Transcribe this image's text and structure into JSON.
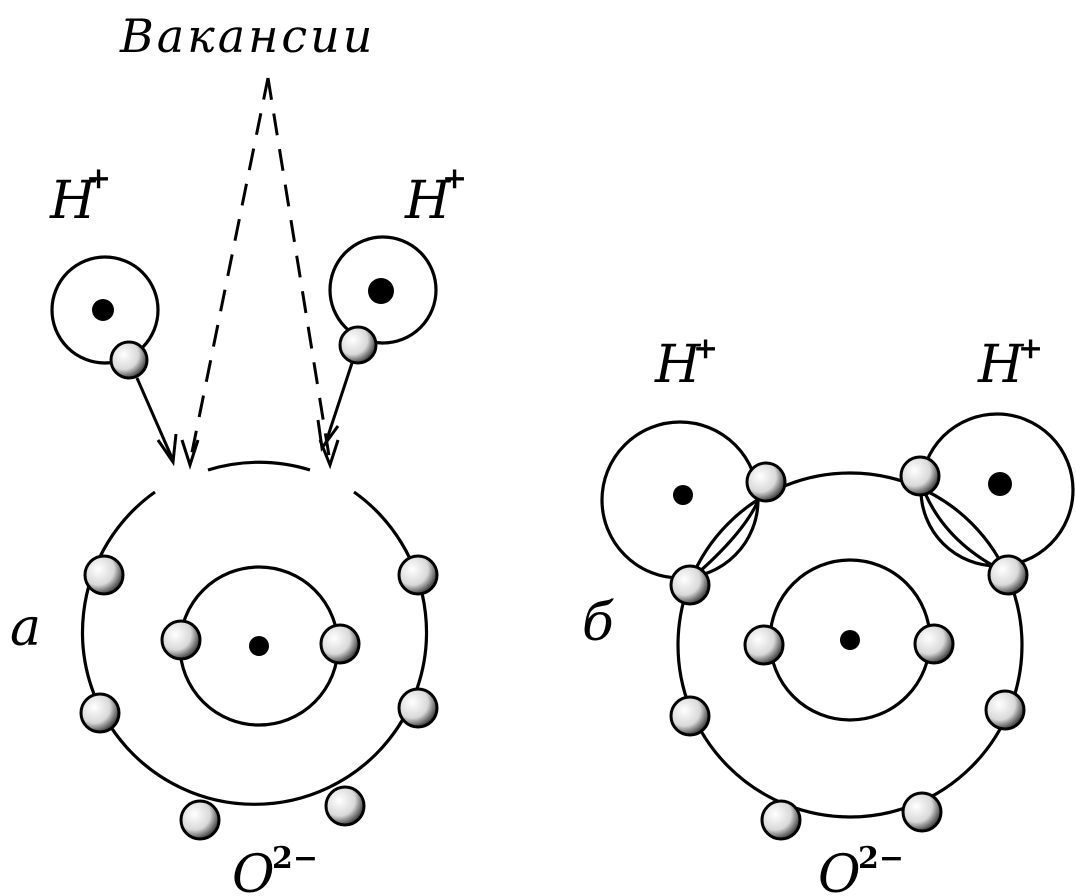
{
  "title": "Вакансии",
  "hydrogen_label": "H",
  "hydrogen_charge": "+",
  "oxygen_label": "O",
  "oxygen_charge": "2−",
  "panel_a_label": "а",
  "panel_b_label": "б",
  "colors": {
    "ink": "#000000",
    "paper": "#ffffff"
  }
}
